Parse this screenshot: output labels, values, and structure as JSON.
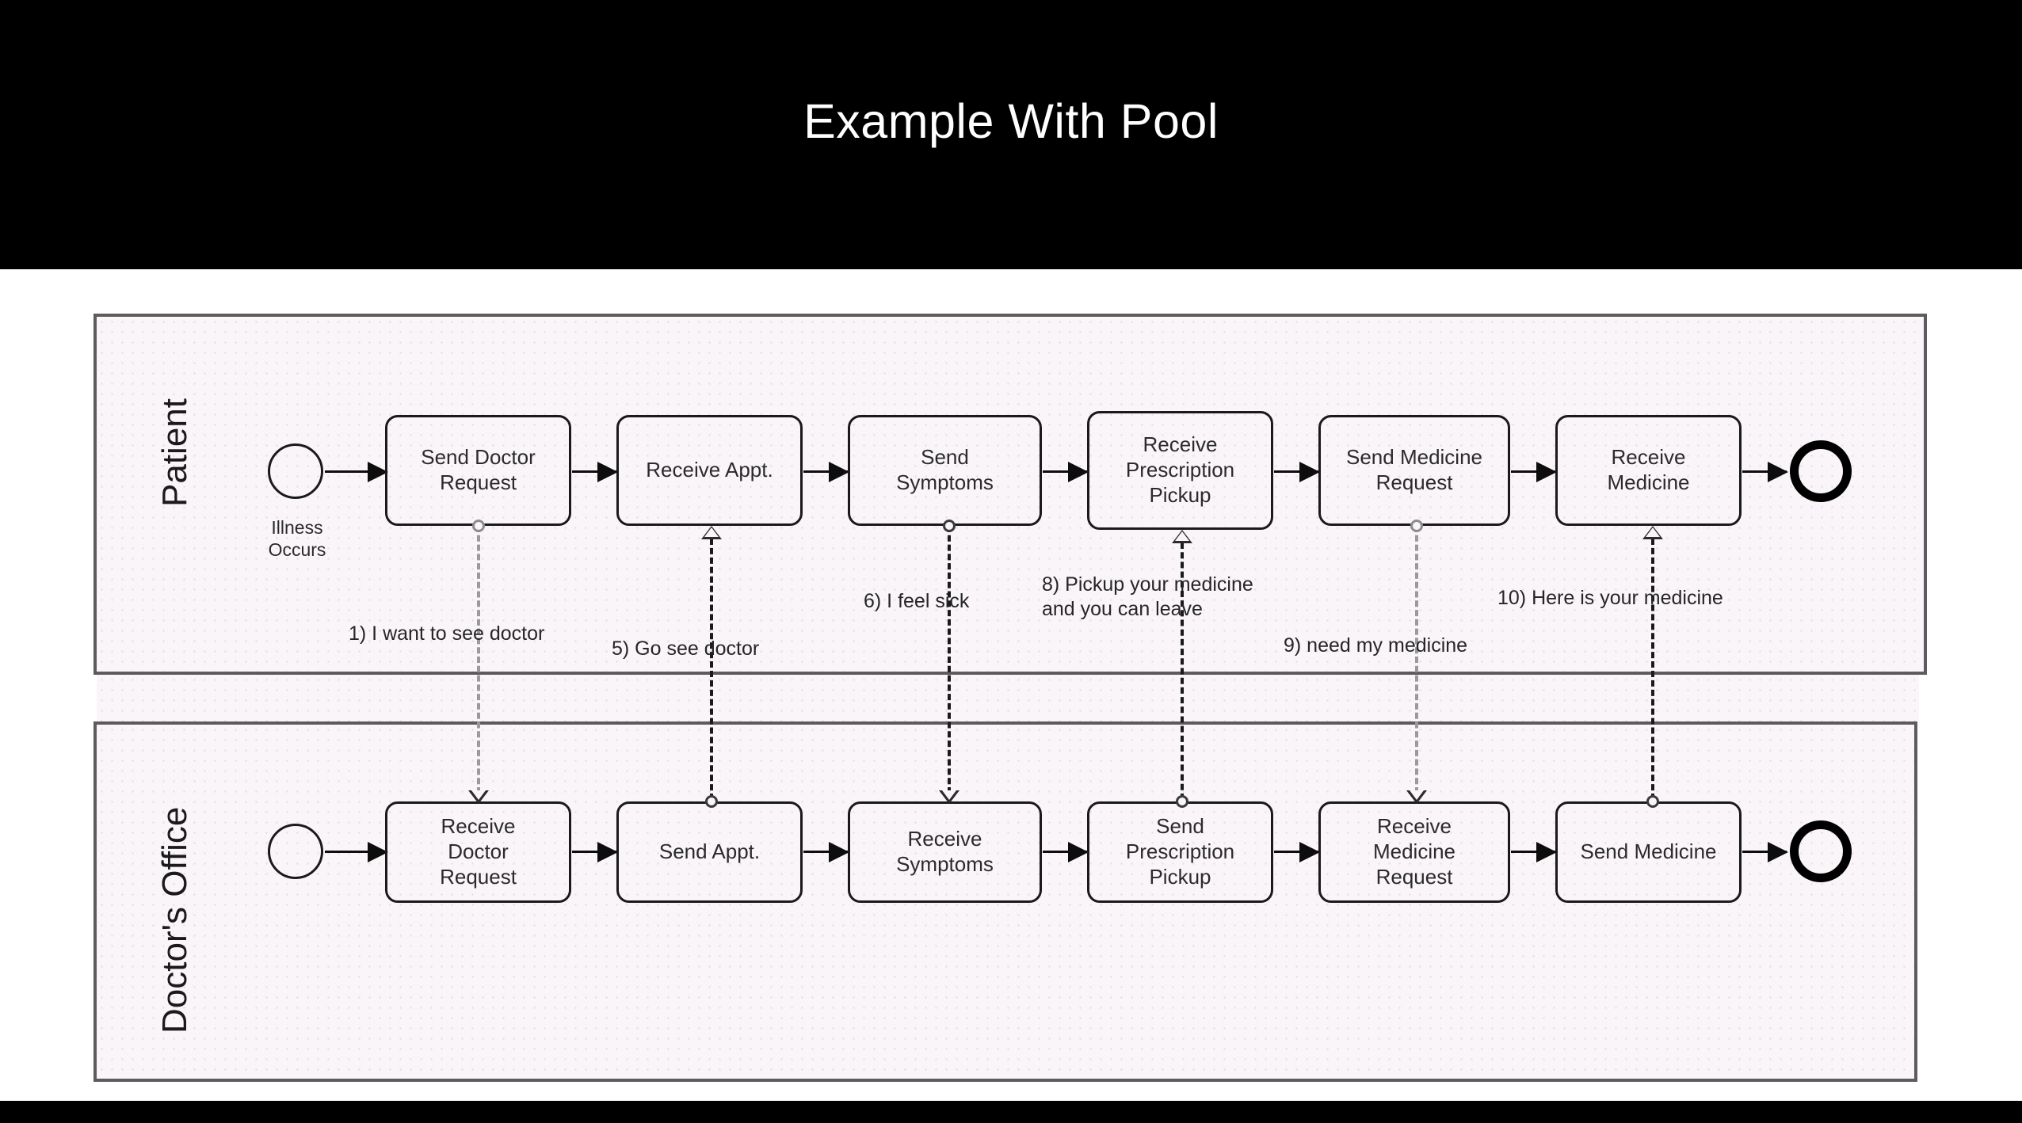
{
  "slide": {
    "title": "Example With Pool",
    "band_color": "#000000",
    "canvas_color": "#ffffff",
    "pool_fill": "#f9f5f9",
    "pool_border": "#5e5a5e"
  },
  "diagram": {
    "type": "bpmn-collaboration",
    "pools": [
      {
        "id": "patient",
        "label": "Patient",
        "start_event": {
          "name": "start-event",
          "caption": "Illness\nOccurs"
        },
        "end_event": {
          "name": "end-event",
          "caption": ""
        },
        "tasks": [
          {
            "label": "Send Doctor\nRequest",
            "marker": "source"
          },
          {
            "label": "Receive Appt.",
            "marker": "target"
          },
          {
            "label": "Send\nSymptoms",
            "marker": "source"
          },
          {
            "label": "Receive\nPrescription\nPickup",
            "marker": "target"
          },
          {
            "label": "Send Medicine\nRequest",
            "marker": "source"
          },
          {
            "label": "Receive\nMedicine",
            "marker": "target"
          }
        ]
      },
      {
        "id": "doctors-office",
        "label": "Doctor's Office",
        "start_event": {
          "name": "start-event",
          "caption": ""
        },
        "end_event": {
          "name": "end-event",
          "caption": ""
        },
        "tasks": [
          {
            "label": "Receive\nDoctor\nRequest",
            "marker": "target"
          },
          {
            "label": "Send Appt.",
            "marker": "source"
          },
          {
            "label": "Receive\nSymptoms",
            "marker": "target"
          },
          {
            "label": "Send\nPrescription\nPickup",
            "marker": "source"
          },
          {
            "label": "Receive\nMedicine\nRequest",
            "marker": "target"
          },
          {
            "label": "Send Medicine",
            "marker": "source"
          }
        ]
      }
    ],
    "message_flows": [
      {
        "id": "mf1",
        "label": "1) I want to see doctor",
        "direction": "down",
        "color": "#9a9a9a"
      },
      {
        "id": "mf5",
        "label": "5) Go see doctor",
        "direction": "up",
        "color": "#1a1a1a"
      },
      {
        "id": "mf6",
        "label": "6) I feel sick",
        "direction": "down",
        "color": "#1a1a1a"
      },
      {
        "id": "mf8",
        "label": "8) Pickup your medicine\nand you can leave",
        "direction": "up",
        "color": "#1a1a1a"
      },
      {
        "id": "mf9",
        "label": "9)  need my medicine",
        "direction": "down",
        "color": "#9a9a9a"
      },
      {
        "id": "mf10",
        "label": "10) Here is your medicine",
        "direction": "up",
        "color": "#1a1a1a"
      }
    ]
  }
}
